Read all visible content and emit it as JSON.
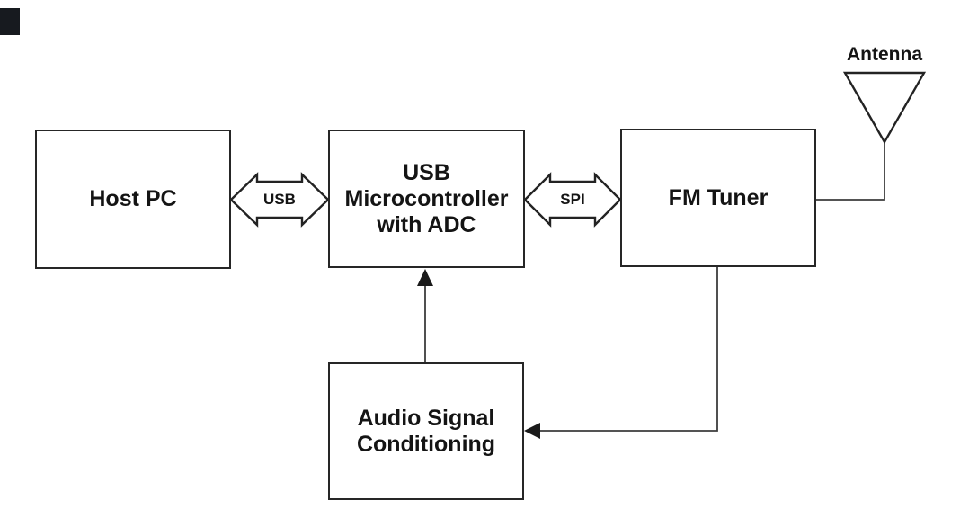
{
  "diagram": {
    "type": "block-diagram",
    "blocks": {
      "host_pc": {
        "label": "Host PC"
      },
      "usb_mcu": {
        "line1": "USB",
        "line2": "Microcontroller",
        "line3": "with ADC"
      },
      "fm_tuner": {
        "label": "FM Tuner"
      },
      "audio_cond": {
        "line1": "Audio Signal",
        "line2": "Conditioning"
      }
    },
    "bus_labels": {
      "usb": "USB",
      "spi": "SPI"
    },
    "antenna": {
      "label": "Antenna"
    },
    "connections": [
      {
        "from": "Host PC",
        "to": "USB Microcontroller with ADC",
        "style": "hollow-double-arrow",
        "label": "USB"
      },
      {
        "from": "USB Microcontroller with ADC",
        "to": "FM Tuner",
        "style": "hollow-double-arrow",
        "label": "SPI"
      },
      {
        "from": "FM Tuner",
        "to": "Antenna",
        "style": "plain-line"
      },
      {
        "from": "FM Tuner",
        "to": "Audio Signal Conditioning",
        "style": "arrow-line"
      },
      {
        "from": "Audio Signal Conditioning",
        "to": "USB Microcontroller with ADC",
        "style": "arrow-line"
      }
    ],
    "colors": {
      "background": "#ffffff",
      "box_border": "#262626",
      "text": "#141414",
      "connector_line": "#3d3d3d",
      "arrowhead_fill": "#1a1a1a",
      "bus_arrow_fill": "#ffffff",
      "bus_arrow_stroke": "#232323"
    }
  }
}
